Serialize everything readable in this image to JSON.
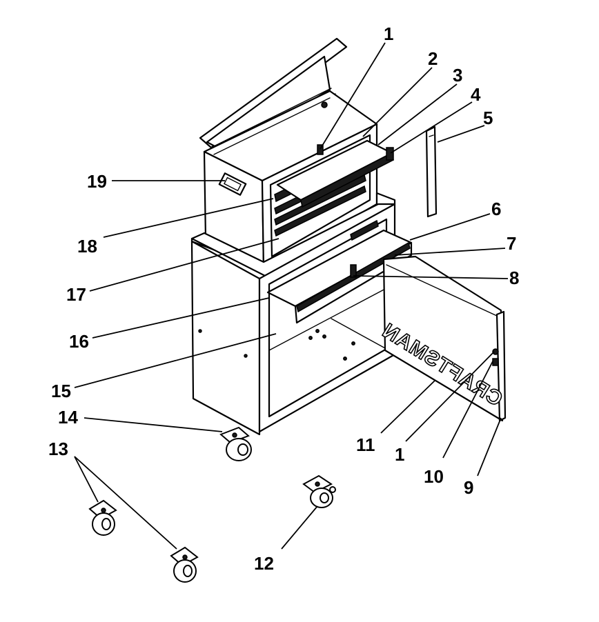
{
  "diagram": {
    "brand_text": "CRAFTSMAN",
    "callouts": [
      "1",
      "2",
      "3",
      "4",
      "5",
      "6",
      "7",
      "8",
      "19",
      "18",
      "17",
      "16",
      "15",
      "14",
      "13",
      "11",
      "1",
      "10",
      "9",
      "12"
    ]
  }
}
